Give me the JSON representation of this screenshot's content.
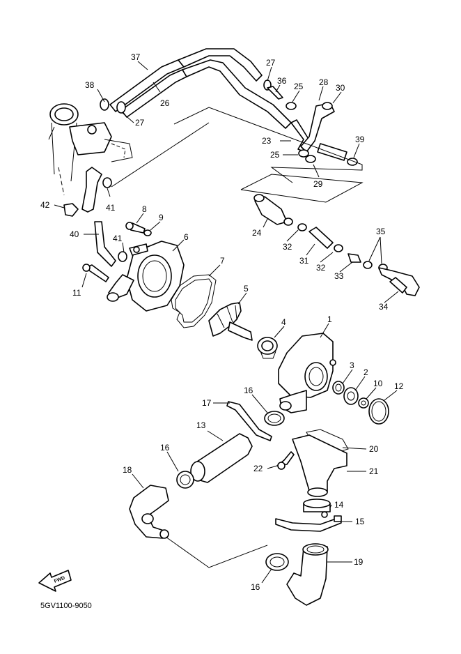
{
  "diagram_code": "5GV1100-9050",
  "fwd_label": "FWD",
  "callouts": [
    {
      "id": "p1",
      "text": "1"
    },
    {
      "id": "p2",
      "text": "2"
    },
    {
      "id": "p3",
      "text": "3"
    },
    {
      "id": "p4",
      "text": "4"
    },
    {
      "id": "p5",
      "text": "5"
    },
    {
      "id": "p6",
      "text": "6"
    },
    {
      "id": "p7",
      "text": "7"
    },
    {
      "id": "p8",
      "text": "8"
    },
    {
      "id": "p9",
      "text": "9"
    },
    {
      "id": "p10",
      "text": "10"
    },
    {
      "id": "p11",
      "text": "11"
    },
    {
      "id": "p12",
      "text": "12"
    },
    {
      "id": "p13",
      "text": "13"
    },
    {
      "id": "p14",
      "text": "14"
    },
    {
      "id": "p15",
      "text": "15"
    },
    {
      "id": "p16a",
      "text": "16"
    },
    {
      "id": "p16b",
      "text": "16"
    },
    {
      "id": "p16c",
      "text": "16"
    },
    {
      "id": "p17",
      "text": "17"
    },
    {
      "id": "p18",
      "text": "18"
    },
    {
      "id": "p19",
      "text": "19"
    },
    {
      "id": "p20",
      "text": "20"
    },
    {
      "id": "p21",
      "text": "21"
    },
    {
      "id": "p22",
      "text": "22"
    },
    {
      "id": "p23",
      "text": "23"
    },
    {
      "id": "p24",
      "text": "24"
    },
    {
      "id": "p25a",
      "text": "25"
    },
    {
      "id": "p25b",
      "text": "25"
    },
    {
      "id": "p26",
      "text": "26"
    },
    {
      "id": "p27a",
      "text": "27"
    },
    {
      "id": "p27b",
      "text": "27"
    },
    {
      "id": "p28",
      "text": "28"
    },
    {
      "id": "p29",
      "text": "29"
    },
    {
      "id": "p30",
      "text": "30"
    },
    {
      "id": "p31",
      "text": "31"
    },
    {
      "id": "p32a",
      "text": "32"
    },
    {
      "id": "p32b",
      "text": "32"
    },
    {
      "id": "p33",
      "text": "33"
    },
    {
      "id": "p34",
      "text": "34"
    },
    {
      "id": "p35",
      "text": "35"
    },
    {
      "id": "p36",
      "text": "36"
    },
    {
      "id": "p37",
      "text": "37"
    },
    {
      "id": "p38",
      "text": "38"
    },
    {
      "id": "p39",
      "text": "39"
    },
    {
      "id": "p40",
      "text": "40"
    },
    {
      "id": "p41a",
      "text": "41"
    },
    {
      "id": "p41b",
      "text": "41"
    },
    {
      "id": "p42",
      "text": "42"
    }
  ]
}
